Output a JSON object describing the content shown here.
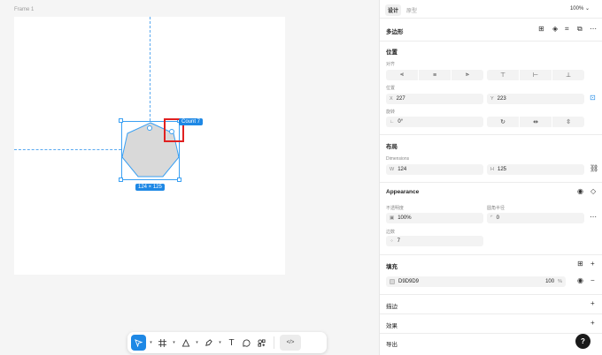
{
  "canvas": {
    "frame_label": "Frame 1",
    "size_tag": "124 × 125",
    "count_tag": "Count 7",
    "fill_color": "#D9D9D9",
    "accent": "#1E88E5"
  },
  "toolbar": {
    "tools": [
      "move-tool",
      "frame-tool",
      "shape-tool",
      "pen-tool",
      "text-tool",
      "comment-tool",
      "actions-tool"
    ],
    "text_glyph": "T",
    "code_label": "</>"
  },
  "panel": {
    "tabs": [
      "设计",
      "原型"
    ],
    "zoom": "100%",
    "layer_title": "多边形",
    "position": {
      "title": "位置",
      "align_label": "对齐",
      "pos_label": "位置",
      "x_pre": "X",
      "x_value": "227",
      "y_pre": "Y",
      "y_value": "223",
      "rotation_label": "旋转",
      "rotation_value": "0°"
    },
    "layout": {
      "title": "布局",
      "dimensions_label": "Dimensions",
      "w_pre": "W",
      "w_value": "124",
      "h_pre": "H",
      "h_value": "125"
    },
    "appearance": {
      "title": "Appearance",
      "opacity_label": "不透明度",
      "opacity_value": "100%",
      "radius_label": "圆角半径",
      "radius_value": "0",
      "count_label": "边数",
      "count_value": "7"
    },
    "fill": {
      "title": "填充",
      "hex": "D9D9D9",
      "opacity": "100",
      "pct": "%"
    },
    "stroke_title": "描边",
    "effects_title": "效果",
    "export_title": "导出",
    "help": "?"
  }
}
